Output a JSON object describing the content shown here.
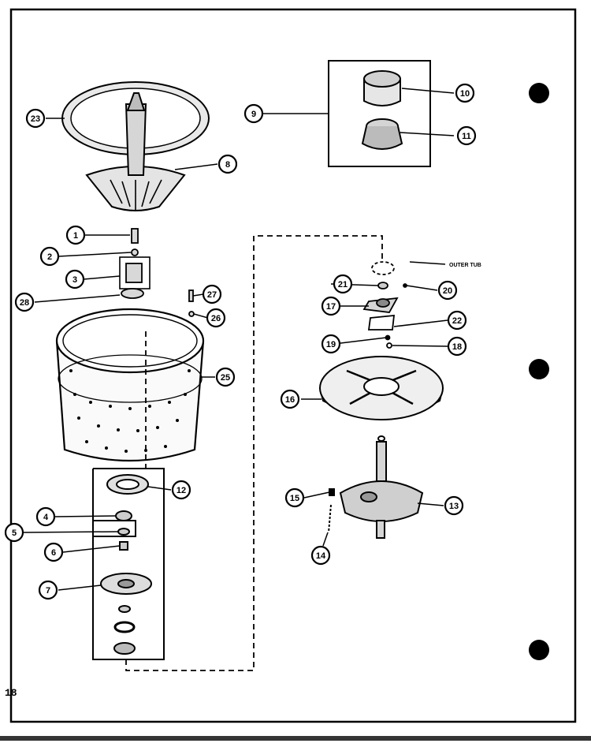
{
  "page": {
    "page_number": "18"
  },
  "annotations": {
    "outer_tub_label": "OUTER TUB"
  },
  "callouts": [
    {
      "id": "c23",
      "text": "23"
    },
    {
      "id": "c8a",
      "text": "8"
    },
    {
      "id": "c1",
      "text": "1"
    },
    {
      "id": "c2",
      "text": "2"
    },
    {
      "id": "c3",
      "text": "3"
    },
    {
      "id": "c28",
      "text": "28"
    },
    {
      "id": "c27",
      "text": "27"
    },
    {
      "id": "c26",
      "text": "26"
    },
    {
      "id": "c25",
      "text": "25"
    },
    {
      "id": "c9",
      "text": "9"
    },
    {
      "id": "c10",
      "text": "10"
    },
    {
      "id": "c11",
      "text": "11"
    },
    {
      "id": "c12",
      "text": "12"
    },
    {
      "id": "c4",
      "text": "4"
    },
    {
      "id": "c5",
      "text": "5"
    },
    {
      "id": "c6",
      "text": "6"
    },
    {
      "id": "c7",
      "text": "7"
    },
    {
      "id": "c21",
      "text": "21"
    },
    {
      "id": "c20",
      "text": "20"
    },
    {
      "id": "c17",
      "text": "17"
    },
    {
      "id": "c22",
      "text": "22"
    },
    {
      "id": "c19",
      "text": "19"
    },
    {
      "id": "c18",
      "text": "18"
    },
    {
      "id": "c16",
      "text": "16"
    },
    {
      "id": "c15",
      "text": "15"
    },
    {
      "id": "c13",
      "text": "13"
    },
    {
      "id": "c14",
      "text": "14"
    }
  ],
  "colors": {
    "ink": "#000000",
    "paper": "#ffffff",
    "part_fill": "#e9e9e9",
    "part_shade": "#bdbdbd"
  }
}
